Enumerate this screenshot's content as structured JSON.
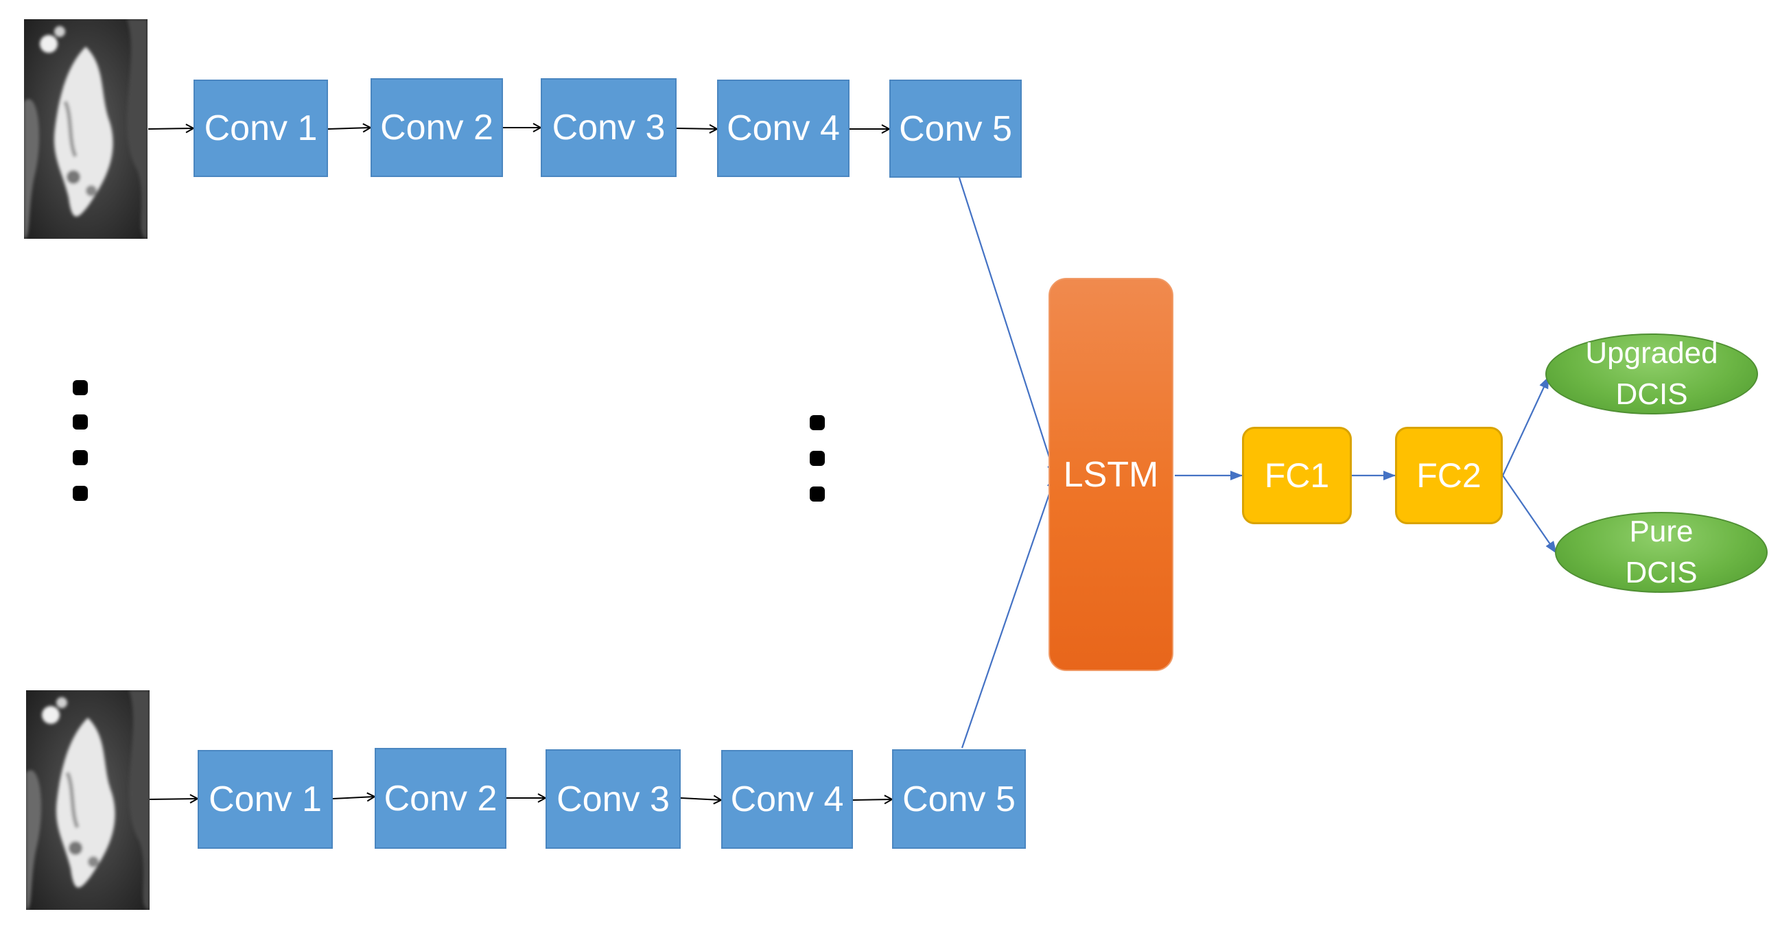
{
  "top_row": {
    "blocks": [
      "Conv 1",
      "Conv 2",
      "Conv 3",
      "Conv 4",
      "Conv 5"
    ]
  },
  "bottom_row": {
    "blocks": [
      "Conv 1",
      "Conv 2",
      "Conv 3",
      "Conv 4",
      "Conv 5"
    ]
  },
  "lstm": {
    "label": "LSTM"
  },
  "fc": {
    "fc1": "FC1",
    "fc2": "FC2"
  },
  "outputs": {
    "upgraded": {
      "line1": "Upgraded",
      "line2": "DCIS"
    },
    "pure": {
      "line1": "Pure",
      "line2": "DCIS"
    }
  },
  "colors": {
    "conv": "#5b9bd5",
    "lstm": "#ee7427",
    "fc": "#ffc000",
    "output": "#6bb544",
    "arrow_black": "#000000",
    "arrow_blue": "#4472c4"
  }
}
